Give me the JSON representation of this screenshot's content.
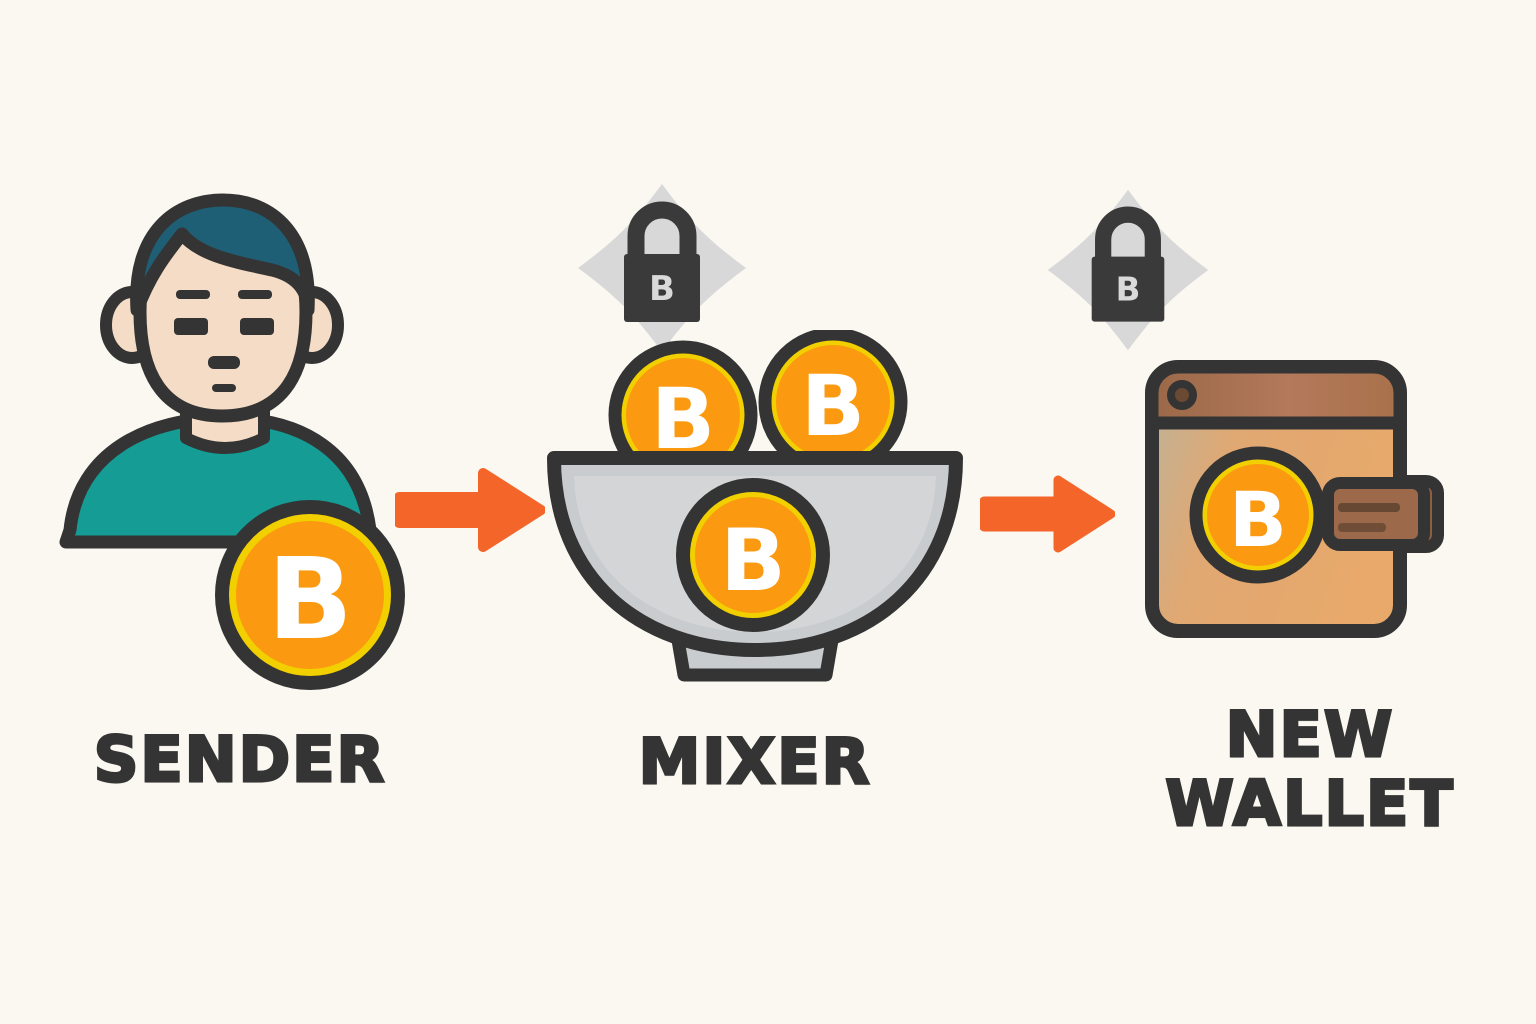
{
  "diagram": {
    "title_visible": false,
    "background_color": "#FAF8F1",
    "ink_color": "#343434",
    "accent_orange": "#F4652A",
    "coin_orange": "#FB9A10",
    "coin_rim_yellow": "#F2D000",
    "teal_shirt": "#149C95",
    "hair_teal": "#1E5F75",
    "skin": "#F5DCC6",
    "bowl_gray": "#C9CCCE",
    "badge_gray": "#D8D8D8",
    "lock_dark": "#3A3A3A",
    "wallet_tan": "#E8A96B",
    "wallet_flap": "#A9714B"
  },
  "stages": [
    {
      "id": "sender",
      "label": "SENDER",
      "icon": "person-with-bitcoin-coin",
      "coin_symbol": "B"
    },
    {
      "id": "mixer",
      "label": "MIXER",
      "icon": "bowl-with-bitcoin-coins",
      "coin_symbol": "B",
      "coin_count": 3
    },
    {
      "id": "new-wallet",
      "label": "NEW\nWALLET",
      "icon": "wallet-with-bitcoin-coin",
      "coin_symbol": "B"
    }
  ],
  "arrows": [
    {
      "id": "arrow-sender-to-mixer",
      "direction": "right",
      "color": "#F4652A"
    },
    {
      "id": "arrow-mixer-to-wallet",
      "direction": "right",
      "color": "#F4652A"
    }
  ],
  "locks": [
    {
      "id": "lock-over-mixer",
      "glyph": "padlock",
      "keyhole_symbol": "B"
    },
    {
      "id": "lock-over-wallet",
      "glyph": "padlock",
      "keyhole_symbol": "B"
    }
  ]
}
